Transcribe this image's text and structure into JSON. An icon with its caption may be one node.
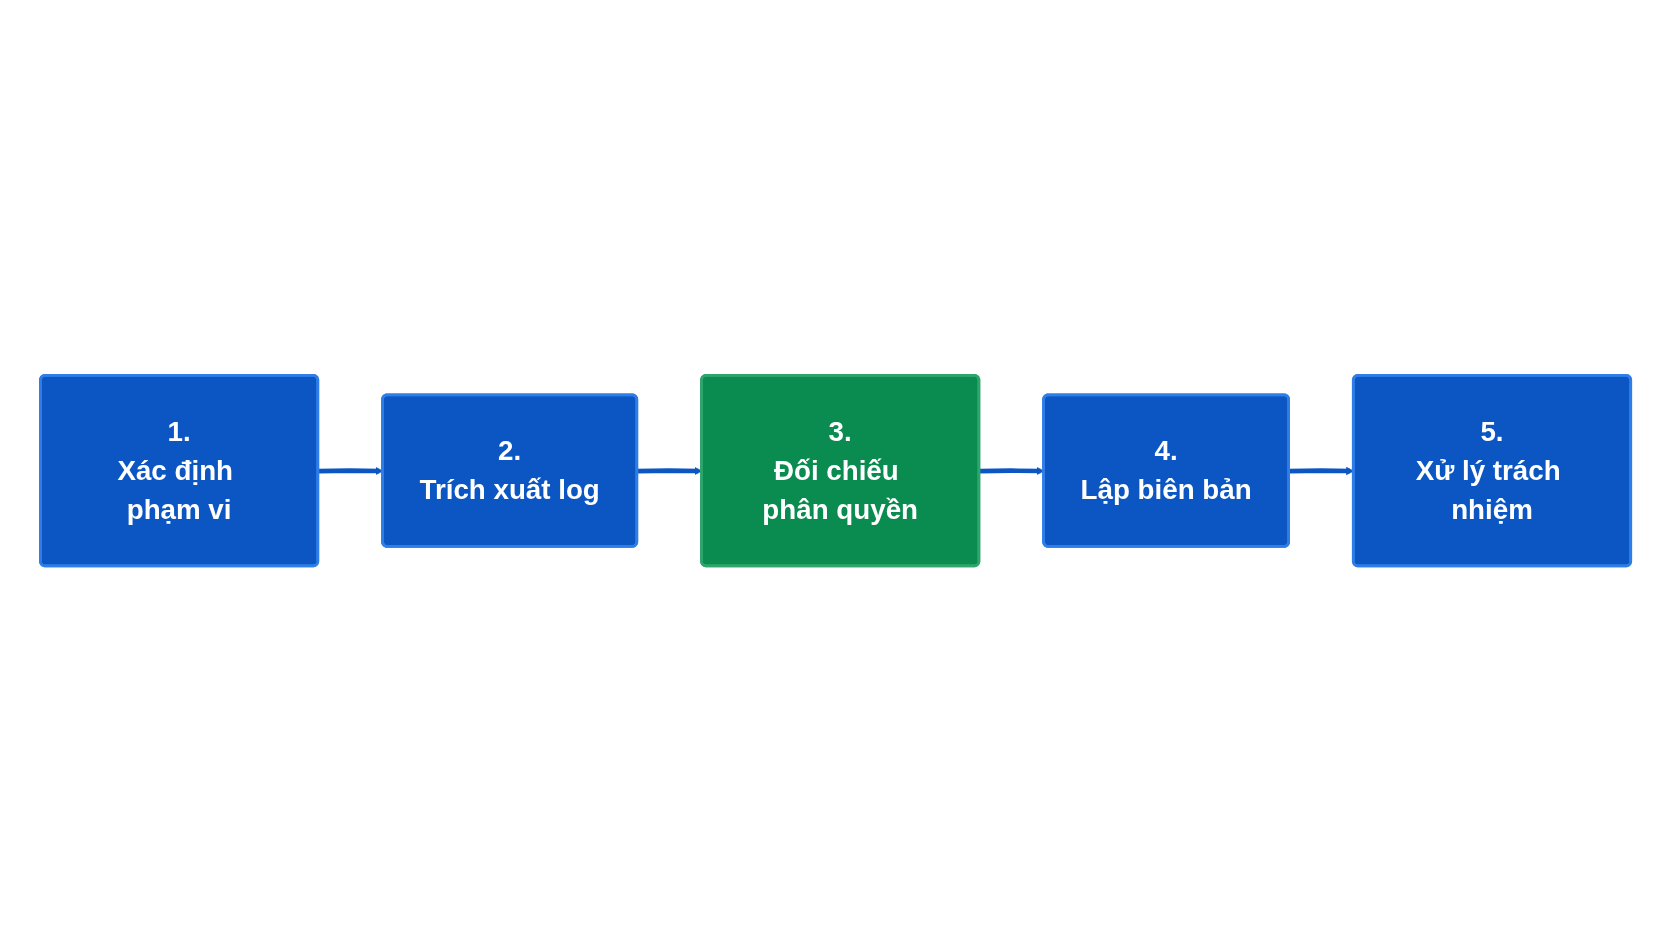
{
  "diagram": {
    "nodes": [
      {
        "text": [
          "1.",
          "Xác định phạm vi"
        ]
      },
      {
        "text": [
          "2.",
          "Trích xuất log"
        ]
      },
      {
        "text": [
          "3.",
          "Đối chiếu phân quyền"
        ]
      },
      {
        "text": [
          "4.",
          "Lập biên bản"
        ]
      },
      {
        "text": [
          "5.",
          "Xử lý trách nhiệm"
        ]
      }
    ],
    "edges": [
      {
        "from": 0,
        "to": 1,
        "arrow": "to"
      },
      {
        "from": 1,
        "to": 2,
        "arrow": "to"
      },
      {
        "from": 2,
        "to": 3,
        "arrow": "to"
      },
      {
        "from": 3,
        "to": 4,
        "arrow": "to"
      }
    ]
  }
}
